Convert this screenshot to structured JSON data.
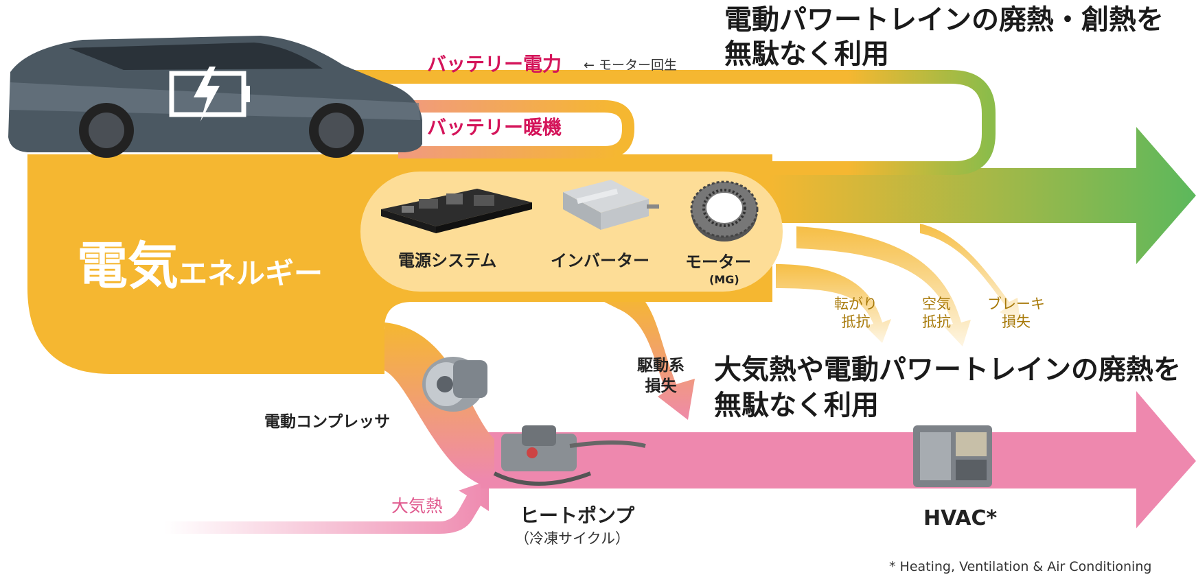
{
  "title_top": [
    "電動パワートレインの廃熱・創熱を",
    "無駄なく利用"
  ],
  "title_bottom": [
    "大気熱や電動パワートレインの廃熱を",
    "無駄なく利用"
  ],
  "battery_power": "バッテリー電力",
  "motor_regen": "← モーター回生",
  "battery_warming": "バッテリー暖機",
  "electric_energy": {
    "big": "電気",
    "small": "エネルギー"
  },
  "components": {
    "power_system": "電源システム",
    "inverter": "インバーター",
    "motor": "モーター",
    "motor_sub": "(MG)"
  },
  "losses": {
    "rolling": [
      "転がり",
      "抵抗"
    ],
    "air": [
      "空気",
      "抵抗"
    ],
    "brake": [
      "ブレーキ",
      "損失"
    ],
    "drivetrain": [
      "駆動系",
      "損失"
    ]
  },
  "compressor": "電動コンプレッサ",
  "ambient_heat": "大気熱",
  "heat_pump": "ヒートポンプ",
  "heat_pump_sub": "（冷凍サイクル）",
  "hvac": "HVAC*",
  "footnote": "* Heating, Ventilation & Air Conditioning",
  "colors": {
    "orange": "#f5b731",
    "green": "#5cb85c",
    "pink": "#ee88ae",
    "red_text": "#d4145a"
  }
}
